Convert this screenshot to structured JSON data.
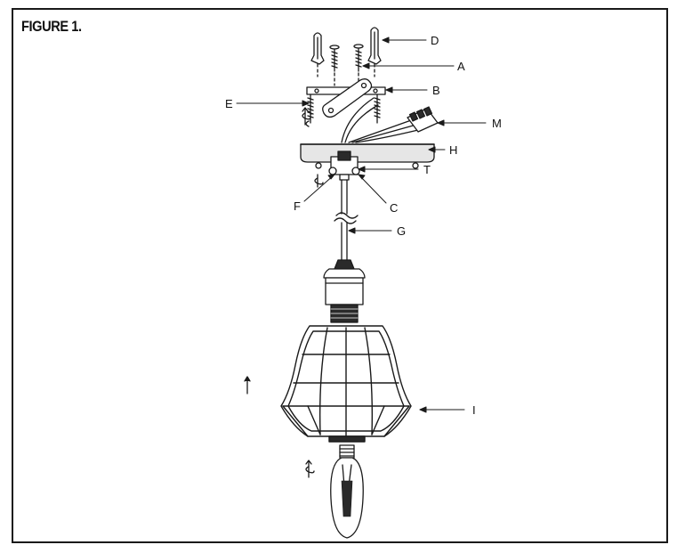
{
  "figure": {
    "title": "FIGURE 1.",
    "labels": {
      "A": "A",
      "B": "B",
      "C": "C",
      "D": "D",
      "E": "E",
      "F": "F",
      "G": "G",
      "H": "H",
      "I": "I",
      "M": "M",
      "T": "T"
    }
  },
  "colors": {
    "ink": "#1a1a1a",
    "paper": "#ffffff",
    "fill_light": "#e6e6e6",
    "fill_dark": "#2a2a2a"
  }
}
